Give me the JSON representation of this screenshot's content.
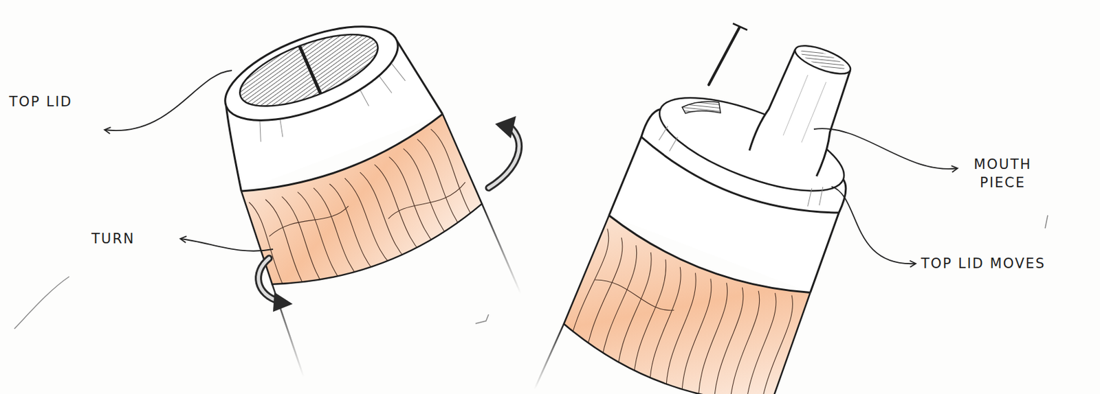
{
  "diagram": {
    "labels": [
      "TOP LID",
      "TURN",
      "MOUTH PIECE",
      "TOP LID MOVES"
    ]
  }
}
